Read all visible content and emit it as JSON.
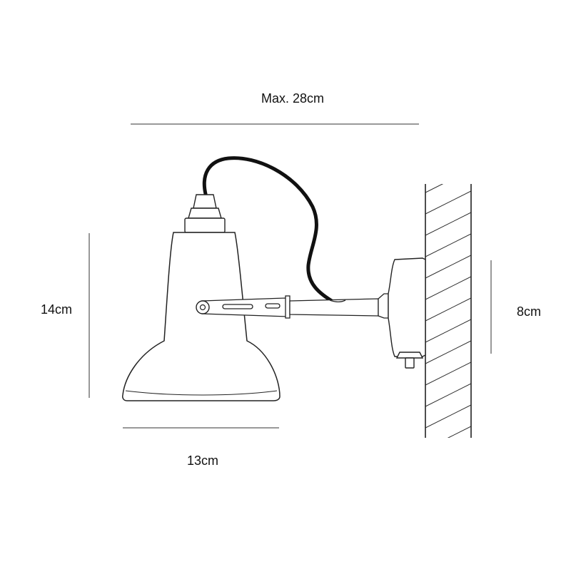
{
  "dimensions": {
    "max_extension": "Max. 28cm",
    "shade_height": "14cm",
    "shade_width": "13cm",
    "wall_plate_height": "8cm"
  },
  "colors": {
    "line": "#222222",
    "cable": "#111111",
    "dimension_line": "#333333",
    "background": "#ffffff"
  }
}
